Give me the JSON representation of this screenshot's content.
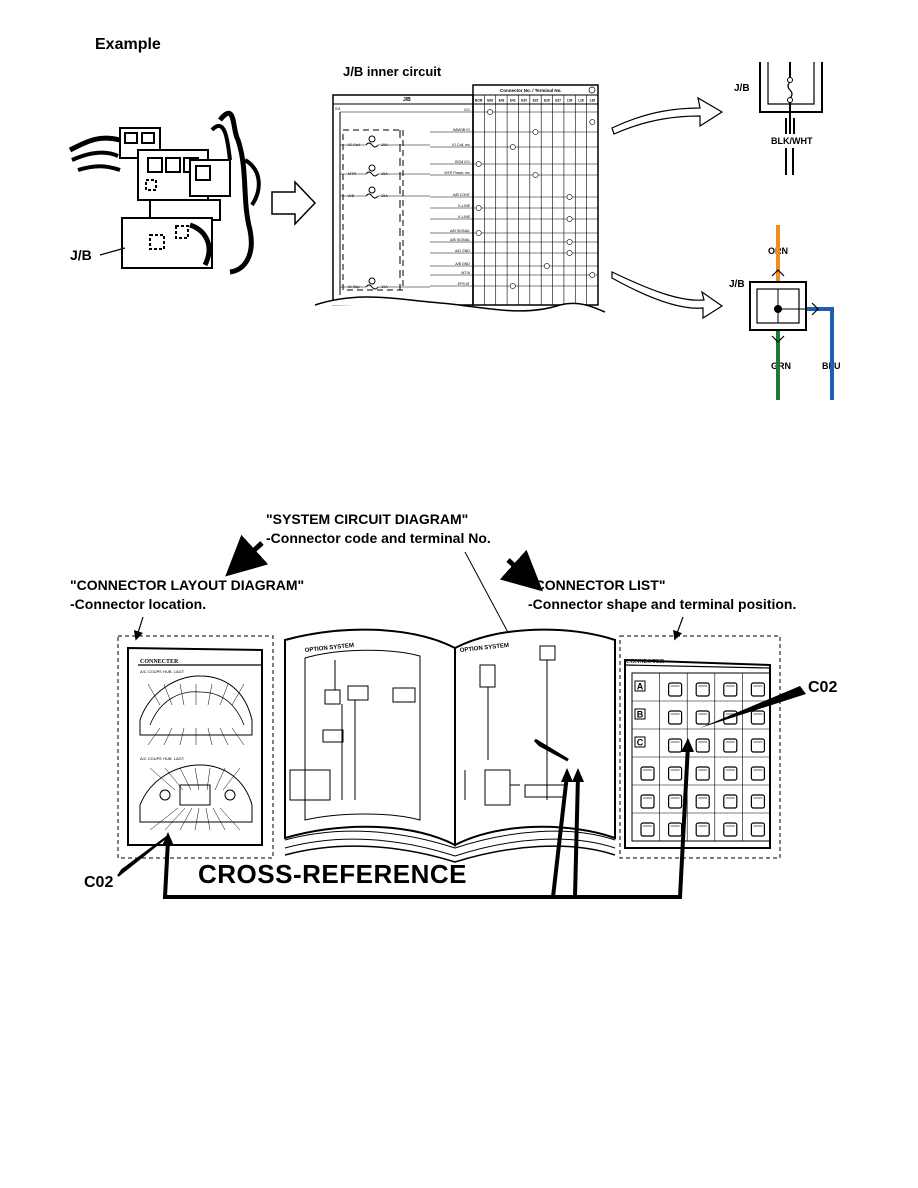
{
  "top": {
    "example_label": "Example",
    "inner_circuit_title": "J/B inner circuit",
    "jb_photo_label": "J/B",
    "jb_table_header": "J/B",
    "connector_header": "Connector No. / Terminal No.",
    "connector_columns": [
      "BCM",
      "E08",
      "E43",
      "E41",
      "E20",
      "E22",
      "E28",
      "E37",
      "L09",
      "L28",
      "L38"
    ],
    "circuit_rows": [
      "IG1",
      "IMMOB IG",
      "IG Coil, etc",
      "BCM IG1",
      "MTR Power, etc",
      "A/B CONT",
      "K-LINE",
      "K-LINE",
      "A/B SIGNAL",
      "A/B SIGNAL",
      "A/D GND",
      "A/B GND",
      "MT/A",
      "EPS AT"
    ],
    "fuse_labels": [
      "IG Coil",
      "MTR",
      "A/B",
      "IG Bkp"
    ],
    "fuse_ratings": [
      "15A",
      "15A",
      "15A",
      "10A"
    ],
    "right_top_jb": "J/B",
    "wire_top": "BLK/WHT",
    "right_bottom_jb": "J/B",
    "wire_orn": "ORN",
    "wire_grn": "GRN",
    "wire_blu": "BLU"
  },
  "bottom": {
    "system_diagram_title": "\"SYSTEM CIRCUIT DIAGRAM\"",
    "system_diagram_sub": "-Connector code and terminal No.",
    "layout_title": "\"CONNECTOR  LAYOUT DIAGRAM\"",
    "layout_sub": "-Connector location.",
    "list_title": "\"CONNECTOR LIST\"",
    "list_sub": "-Connector shape and terminal position.",
    "left_page_header": "CONNECTER",
    "left_page_caption1": "A/C COUPE HUB. LAGT",
    "left_page_caption2": "A/C COUPE HUB. LAGT",
    "book_left_header": "OPTION SYSTEM",
    "book_right_header": "OPTION SYSTEM",
    "right_page_header": "CONNECTER",
    "row_letters": [
      "A",
      "B",
      "C"
    ],
    "code_c02": "C02",
    "cross_reference": "CROSS-REFERENCE"
  },
  "colors": {
    "orn": "#f28c1e",
    "grn": "#1e7a32",
    "blu": "#1f5fb0",
    "ink": "#000000"
  }
}
